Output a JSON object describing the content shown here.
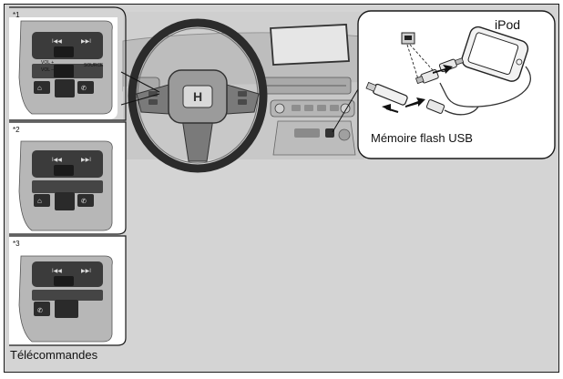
{
  "figure": {
    "panel_markers": [
      "*1",
      "*2",
      "*3"
    ],
    "remote_label": "Télécommandes",
    "ipod_label": "iPod",
    "usb_label": "Mémoire flash USB",
    "button_labels": {
      "vol_plus": "VOL +",
      "vol_minus": "VOL –",
      "source": "SOURCE"
    }
  }
}
